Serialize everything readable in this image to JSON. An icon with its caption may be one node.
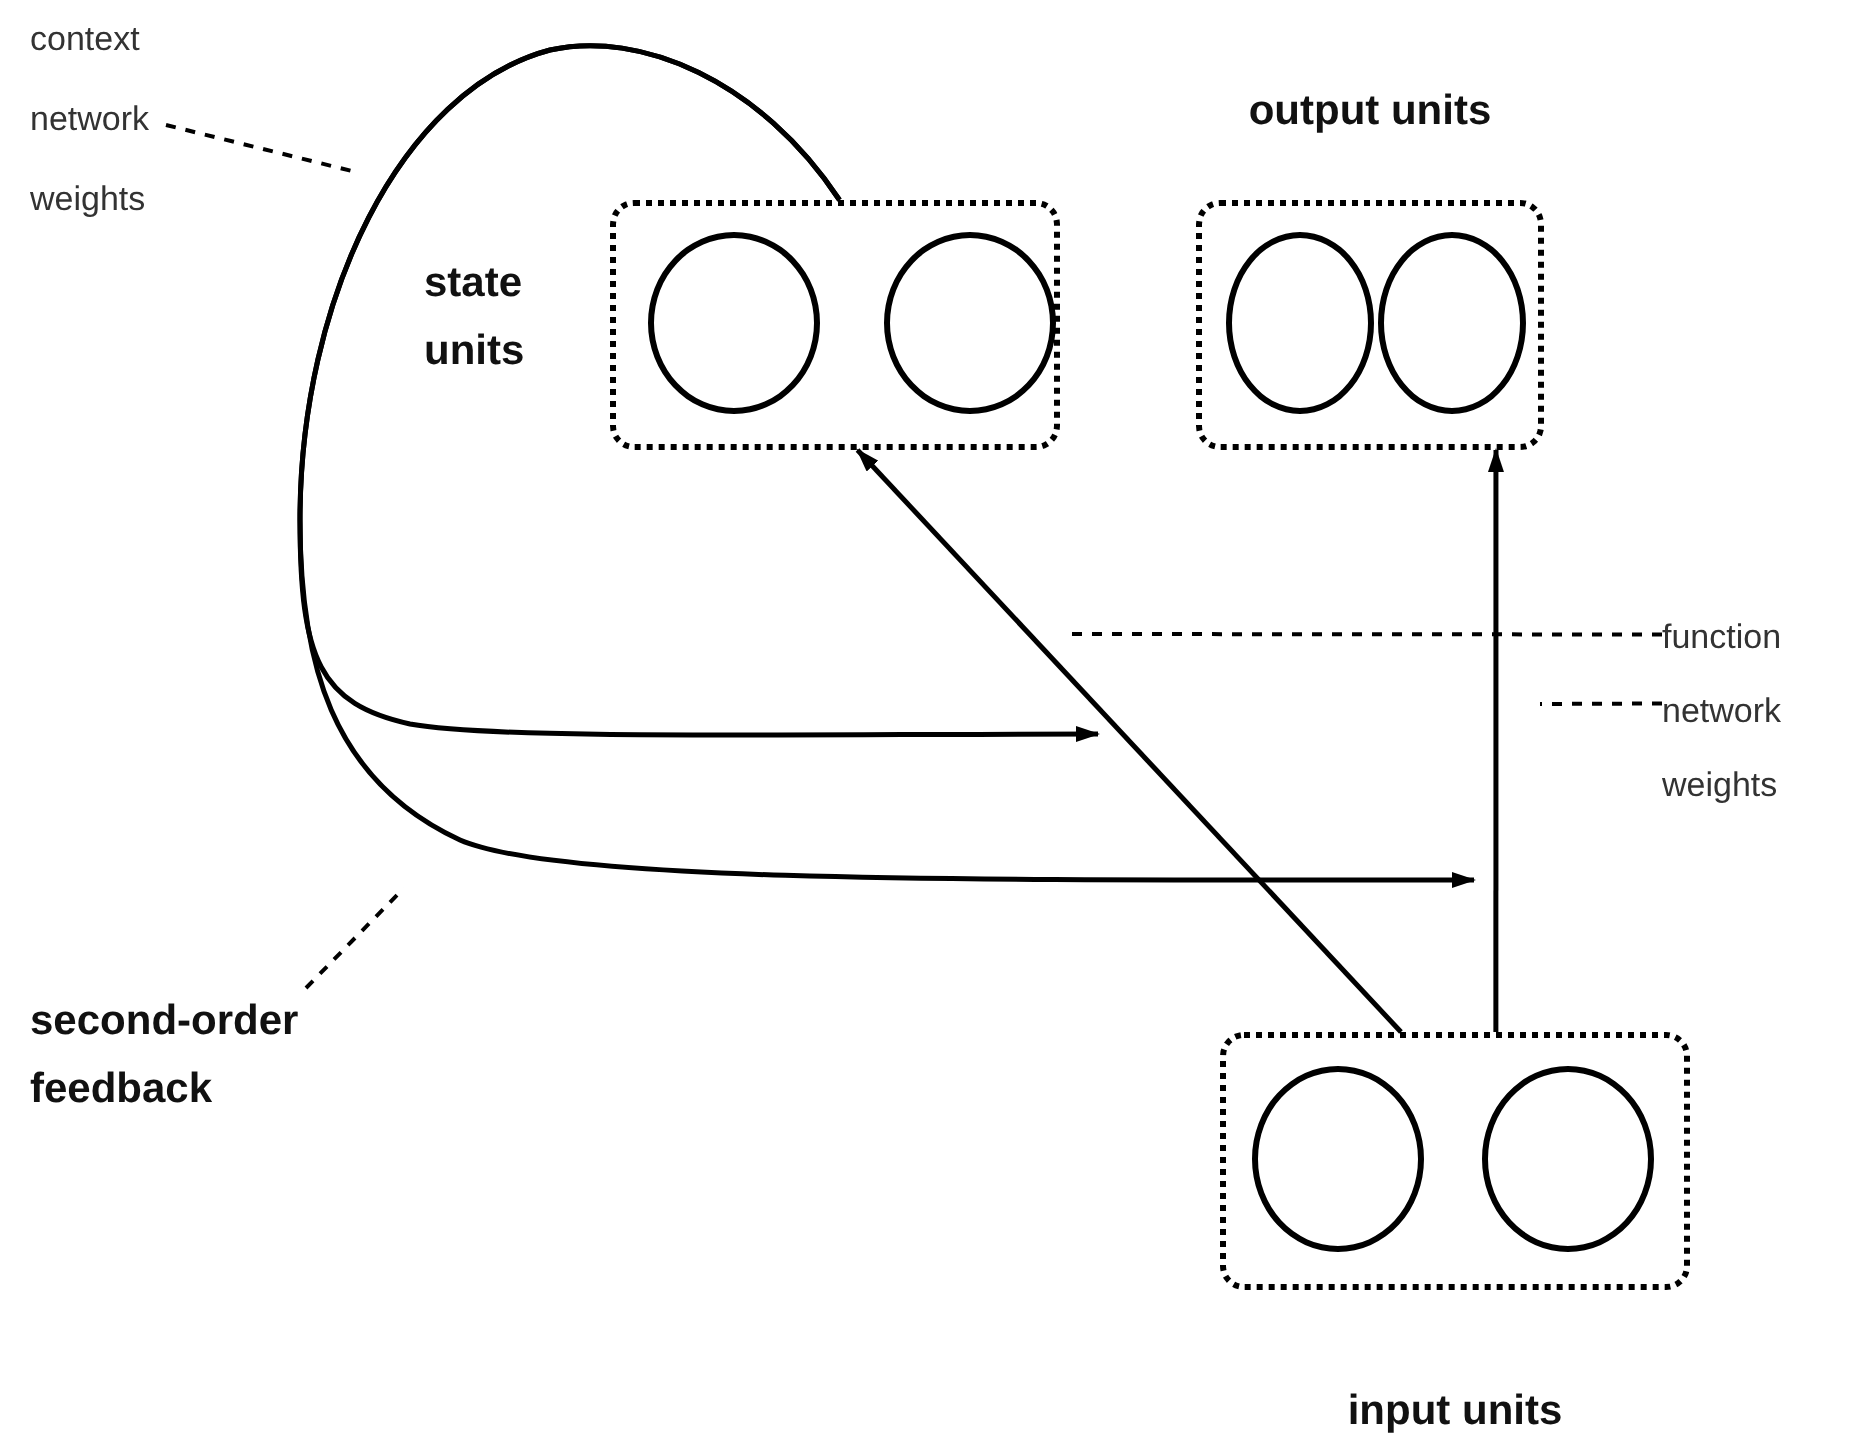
{
  "diagram": {
    "nodes": [
      {
        "text": [
          "state units"
        ]
      },
      {
        "text": [],
        "shape": "circle",
        "in": 0
      },
      {
        "text": [],
        "shape": "circle",
        "in": 0
      },
      {
        "text": [
          "output units"
        ]
      },
      {
        "text": [],
        "shape": "circle",
        "in": 3
      },
      {
        "text": [],
        "shape": "circle",
        "in": 3
      },
      {
        "text": [
          "input units"
        ]
      },
      {
        "text": [],
        "shape": "circle",
        "in": 6
      },
      {
        "text": [],
        "shape": "circle",
        "in": 6
      },
      {
        "text": [
          "context network weights"
        ]
      },
      {
        "text": [
          "function network weights"
        ]
      },
      {
        "text": [
          "second-order feedback"
        ]
      }
    ],
    "edges": [
      {
        "from": 6,
        "to": 0,
        "arrow": "to"
      },
      {
        "from": 6,
        "to": 3,
        "arrow": "to"
      },
      {
        "from": 0,
        "to": null,
        "arrow": "to"
      },
      {
        "from": 0,
        "to": null,
        "arrow": "to"
      },
      {
        "from": 9,
        "to": null,
        "arrow": "none",
        "style": "dashed"
      },
      {
        "from": 10,
        "to": null,
        "arrow": "none",
        "style": "dashed"
      },
      {
        "from": 10,
        "to": null,
        "arrow": "none",
        "style": "dashed"
      },
      {
        "from": 11,
        "to": null,
        "arrow": "none",
        "style": "dashed"
      }
    ]
  }
}
